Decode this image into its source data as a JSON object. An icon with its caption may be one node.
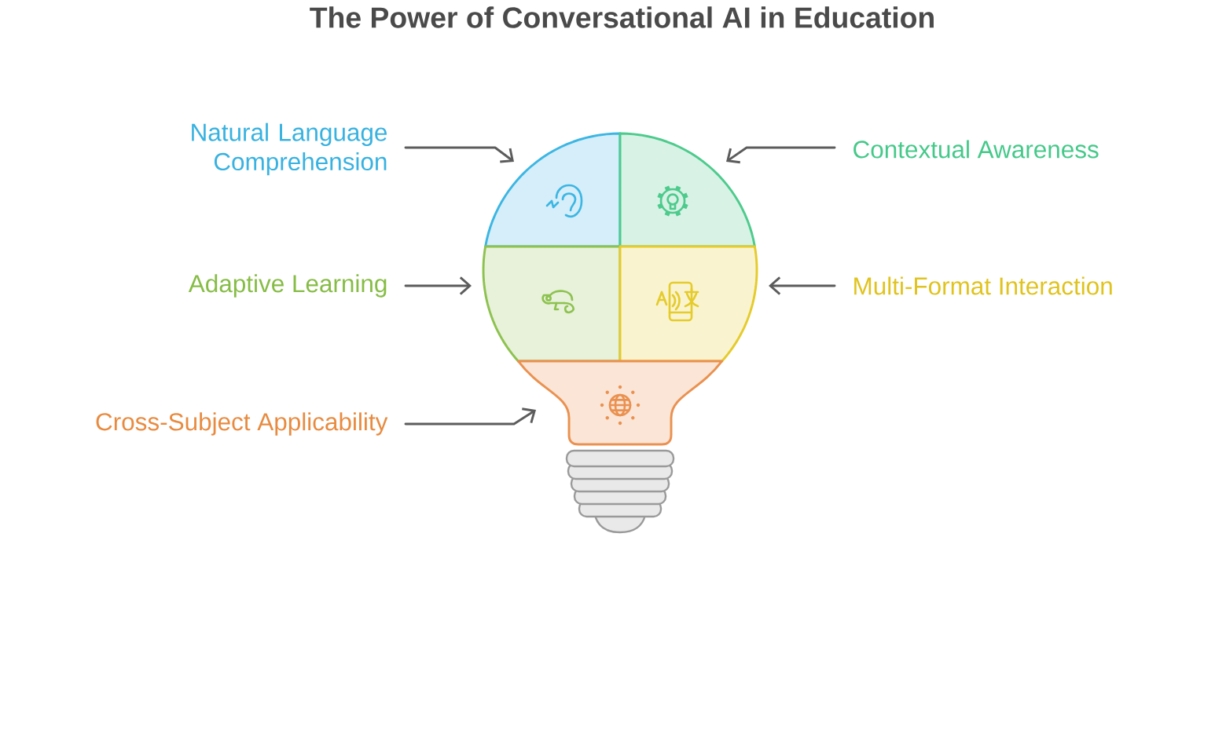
{
  "diagram": {
    "title": "The Power of Conversational AI in Education",
    "nodes": [
      {
        "text": [
          "Natural Language Comprehension"
        ]
      },
      {
        "text": [],
        "shape": "segment"
      },
      {
        "text": [],
        "shape": "segment"
      },
      {
        "text": [
          "Contextual Awareness"
        ]
      },
      {
        "text": [
          "Adaptive Learning"
        ]
      },
      {
        "text": [],
        "shape": "segment"
      },
      {
        "text": [],
        "shape": "segment"
      },
      {
        "text": [
          "Multi-Format Interaction"
        ]
      },
      {
        "text": [
          "Cross-Subject Applicability"
        ]
      },
      {
        "text": [],
        "shape": "segment"
      }
    ],
    "edges": [
      {
        "from": 0,
        "to": 1,
        "arrow": "to"
      },
      {
        "from": 3,
        "to": 2,
        "arrow": "to"
      },
      {
        "from": 4,
        "to": 5,
        "arrow": "to"
      },
      {
        "from": 7,
        "to": 6,
        "arrow": "to"
      },
      {
        "from": 8,
        "to": 9,
        "arrow": "to"
      }
    ]
  }
}
